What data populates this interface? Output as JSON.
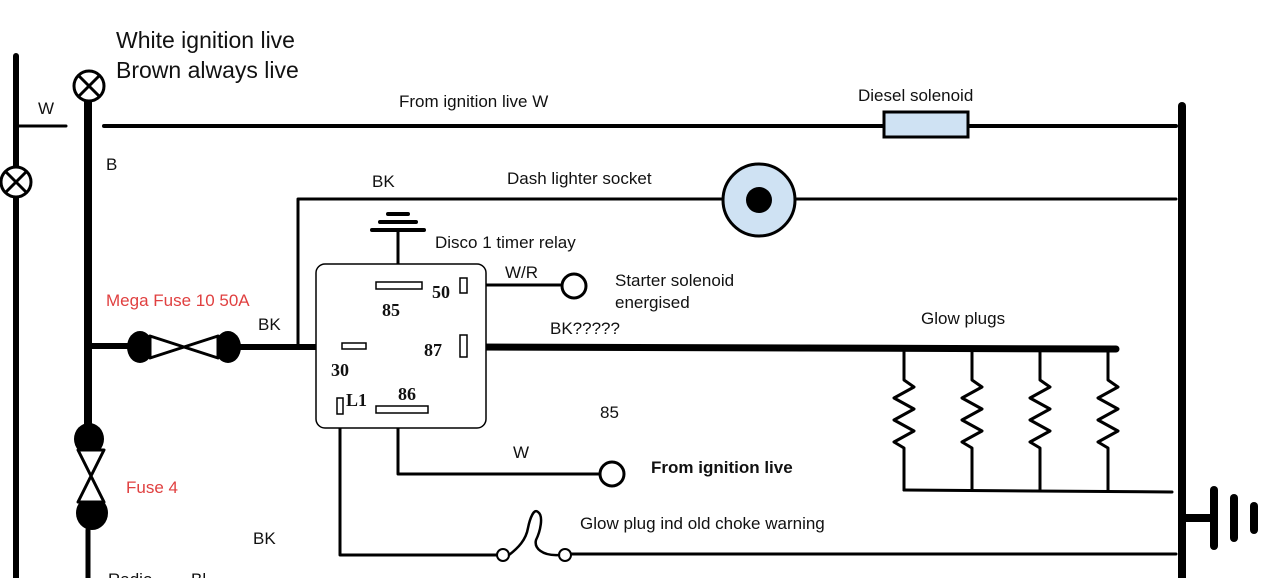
{
  "legend": {
    "line1": "White ignition live",
    "line2": "Brown always live"
  },
  "labels": {
    "w_left": "W",
    "b_left": "B",
    "from_ign_w": "From ignition live W",
    "diesel_solenoid": "Diesel solenoid",
    "bk_top": "BK",
    "dash_lighter": "Dash lighter socket",
    "timer_relay": "Disco 1 timer relay",
    "wr": "W/R",
    "starter_solenoid_1": "Starter solenoid",
    "starter_solenoid_2": "energised",
    "mega_fuse": "Mega Fuse 10 50A",
    "bk_mid": "BK",
    "bk_unknown": "BK?????",
    "glow_plugs": "Glow plugs",
    "num_85": "85",
    "w_lower": "W",
    "from_ign_live": "From ignition live",
    "fuse4": "Fuse 4",
    "glow_ind": "Glow plug ind old choke warning",
    "bk_bottom": "BK",
    "radio": "Radio",
    "bl": "Bl"
  },
  "relay_pins": {
    "p85": "85",
    "p50": "50",
    "p87": "87",
    "p30": "30",
    "p86": "86",
    "pL1": "L1"
  },
  "colors": {
    "fuse_label": "#e04040",
    "component_fill": "#cfe2f3"
  }
}
